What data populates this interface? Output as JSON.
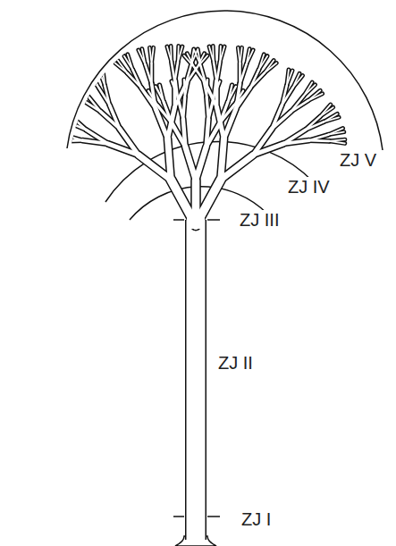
{
  "diagram": {
    "labels": [
      "ZJ V",
      "ZJ IV",
      "ZJ III",
      "ZJ II",
      "ZJ I"
    ]
  }
}
